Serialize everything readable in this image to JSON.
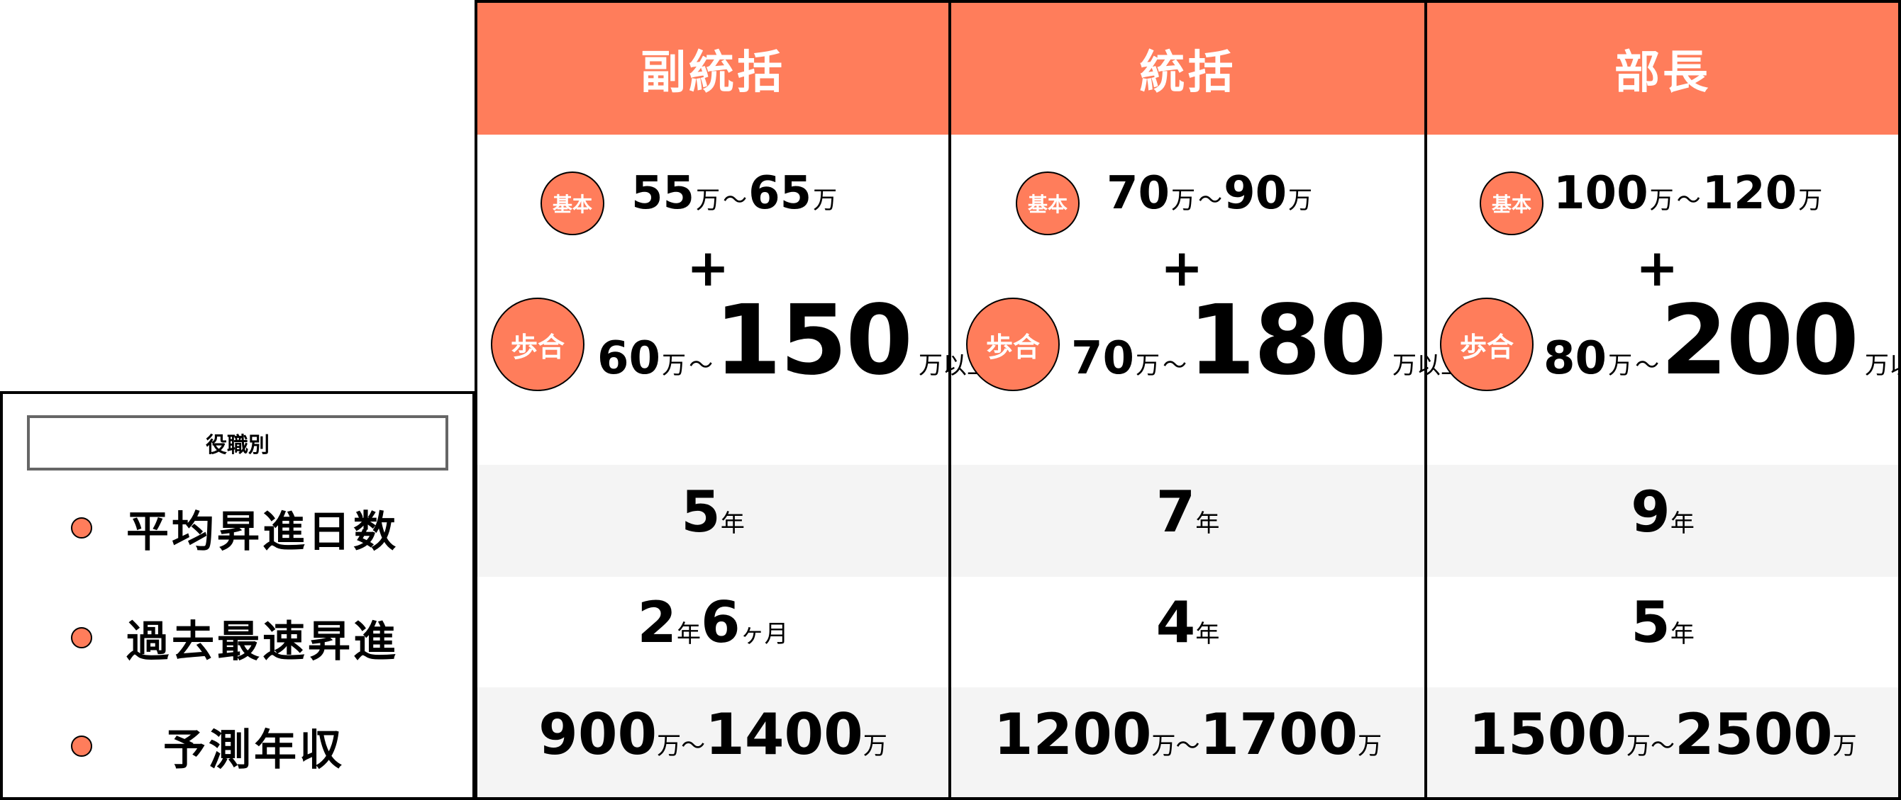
{
  "accent_color": "#FF7D5B",
  "row_group_label": "役職別",
  "row_labels": [
    "平均昇進日数",
    "過去最速昇進",
    "予測年収"
  ],
  "columns": [
    {
      "title": "副統括",
      "base": {
        "badge": "基本",
        "min": "55",
        "unit1": "万",
        "sep": "〜",
        "max": "65",
        "unit2": "万"
      },
      "plus": "+",
      "commission": {
        "badge": "歩合",
        "min": "60",
        "unit1": "万",
        "sep": "〜",
        "max": "150",
        "suffix": "万以上"
      },
      "promotion_avg": {
        "value": "5",
        "unit": "年"
      },
      "promotion_fastest": {
        "v1": "2",
        "u1": "年",
        "v2": "6",
        "u2": "ヶ月"
      },
      "income": {
        "min": "900",
        "unit1": "万",
        "sep": "〜",
        "max": "1400",
        "unit2": "万"
      }
    },
    {
      "title": "統括",
      "base": {
        "badge": "基本",
        "min": "70",
        "unit1": "万",
        "sep": "〜",
        "max": "90",
        "unit2": "万"
      },
      "plus": "+",
      "commission": {
        "badge": "歩合",
        "min": "70",
        "unit1": "万",
        "sep": "〜",
        "max": "180",
        "suffix": "万以上"
      },
      "promotion_avg": {
        "value": "7",
        "unit": "年"
      },
      "promotion_fastest": {
        "v1": "4",
        "u1": "年",
        "v2": "",
        "u2": ""
      },
      "income": {
        "min": "1200",
        "unit1": "万",
        "sep": "〜",
        "max": "1700",
        "unit2": "万"
      }
    },
    {
      "title": "部長",
      "base": {
        "badge": "基本",
        "min": "100",
        "unit1": "万",
        "sep": "〜",
        "max": "120",
        "unit2": "万"
      },
      "plus": "+",
      "commission": {
        "badge": "歩合",
        "min": "80",
        "unit1": "万",
        "sep": "〜",
        "max": "200",
        "suffix": "万以上"
      },
      "promotion_avg": {
        "value": "9",
        "unit": "年"
      },
      "promotion_fastest": {
        "v1": "5",
        "u1": "年",
        "v2": "",
        "u2": ""
      },
      "income": {
        "min": "1500",
        "unit1": "万",
        "sep": "〜",
        "max": "2500",
        "unit2": "万"
      }
    }
  ]
}
